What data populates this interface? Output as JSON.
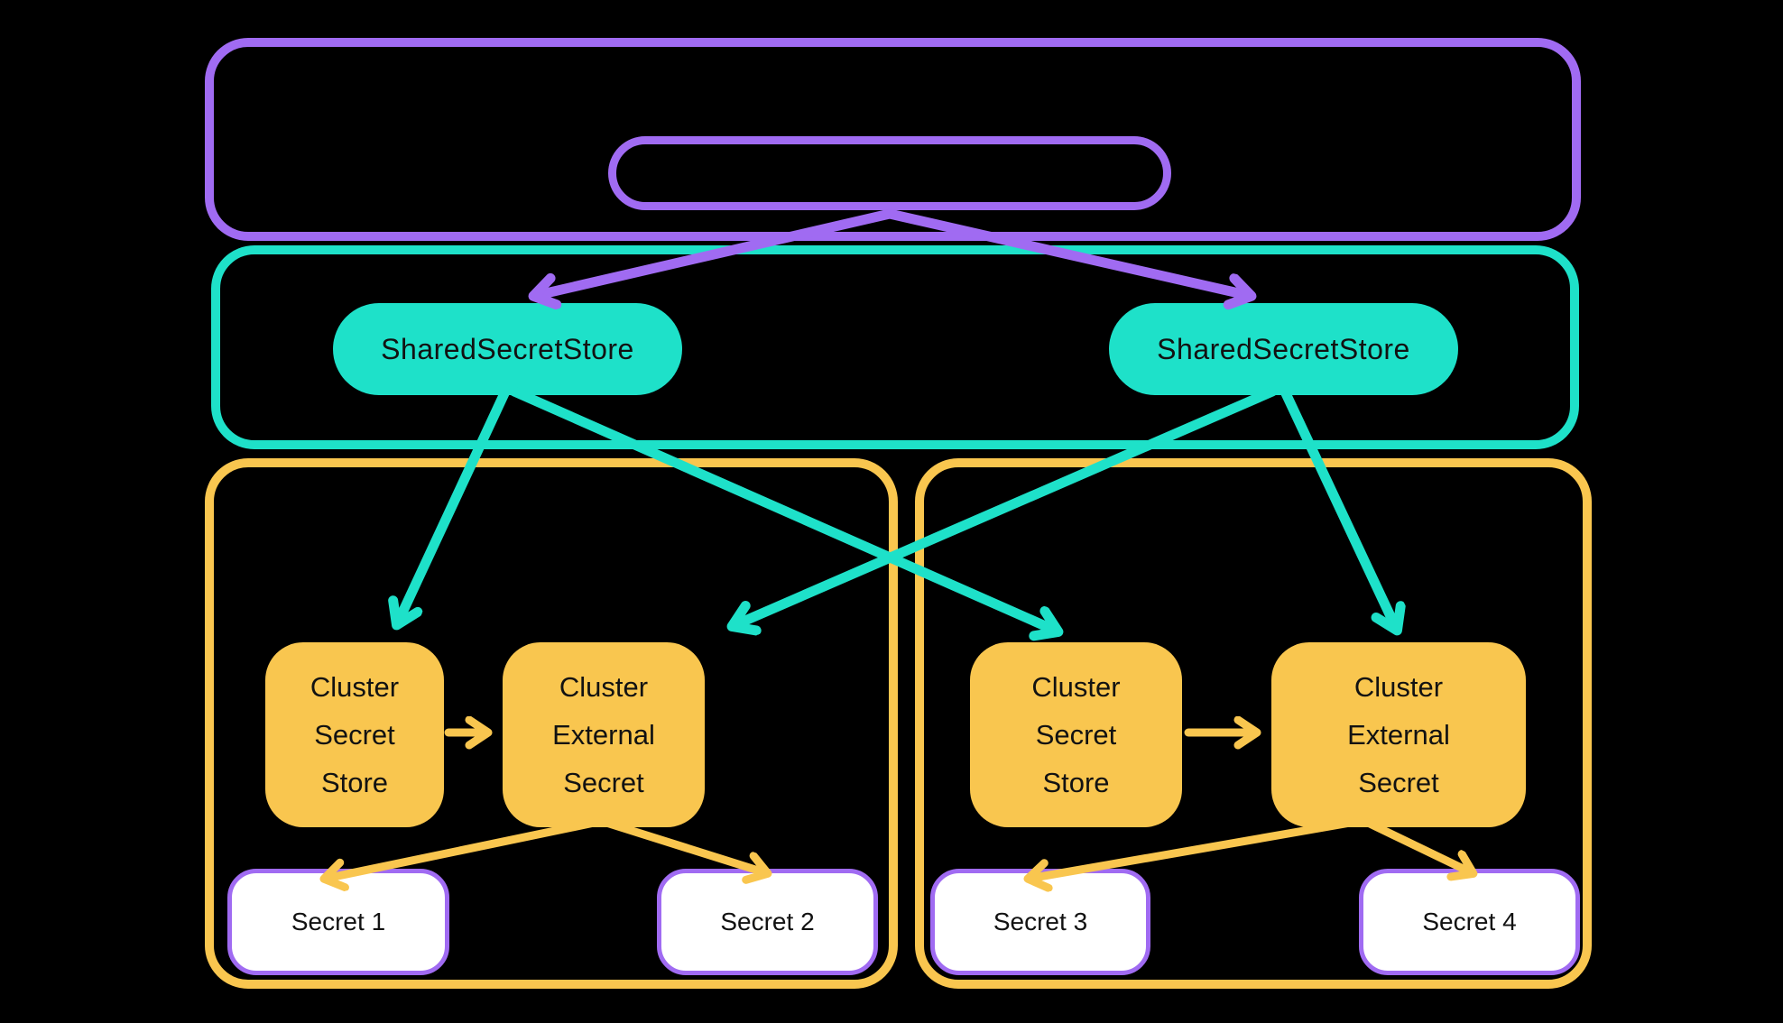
{
  "colors": {
    "background": "#000000",
    "purple": "#A06BF2",
    "teal": "#1EE1C9",
    "yellow": "#F9C64F",
    "node_text": "#121212",
    "secret_fill": "#FFFFFF"
  },
  "shared_stores": [
    {
      "label": "SharedSecretStore"
    },
    {
      "label": "SharedSecretStore"
    }
  ],
  "clusters": [
    {
      "secret_store_label": "Cluster\nSecret\nStore",
      "external_secret_label": "Cluster\nExternal\nSecret",
      "secrets": [
        {
          "label": "Secret 1"
        },
        {
          "label": "Secret 2"
        }
      ]
    },
    {
      "secret_store_label": "Cluster\nSecret\nStore",
      "external_secret_label": "Cluster\nExternal\nSecret",
      "secrets": [
        {
          "label": "Secret 3"
        },
        {
          "label": "Secret 4"
        }
      ]
    }
  ]
}
